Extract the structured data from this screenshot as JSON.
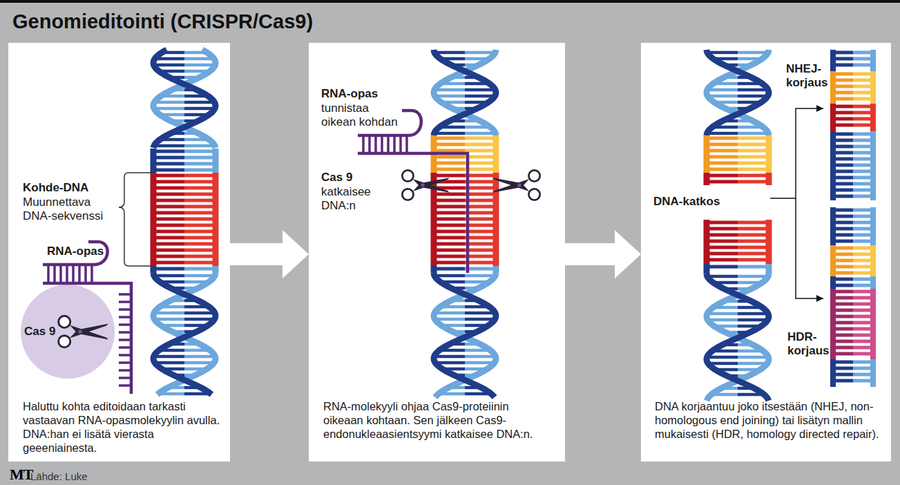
{
  "diagram": {
    "title": "Genomieditointi (CRISPR/Cas9)",
    "nodes": [
      {
        "text": [
          "Haluttu kohta editoidaan tarkasti vastaavan RNA-opasmolekyylin avulla. DNA:han ei lisätä vierasta geeeniainesta."
        ]
      },
      {
        "text": [
          "Cas 9"
        ],
        "in": 0
      },
      {
        "text": [
          "RNA-molekyyli ohjaa Cas9-proteiinin oikeaan kohtaan. Sen jälkeen Cas9-endonukleaasientsyymi katkaisee DNA:n."
        ]
      },
      {
        "text": [
          "DNA korjaantuu joko itsestään (NHEJ, non-homologous end joining) tai lisätyn mallin mukaisesti (HDR, homology directed repair)."
        ]
      }
    ],
    "edges": [
      {
        "from": 0,
        "to": 2,
        "arrow": "to"
      },
      {
        "from": 2,
        "to": 3,
        "arrow": "to"
      }
    ],
    "labels": [
      "Kohde-DNA",
      "Muunnettava DNA-sekvenssi",
      "RNA-opas",
      "RNA-opas",
      "tunnistaa oikean kohdan",
      "Cas 9",
      "katkaisee DNA:n",
      "NHEJ- korjaus",
      "DNA-katkos",
      "HDR- korjaus",
      "MT",
      "Lähde: Luke"
    ]
  }
}
